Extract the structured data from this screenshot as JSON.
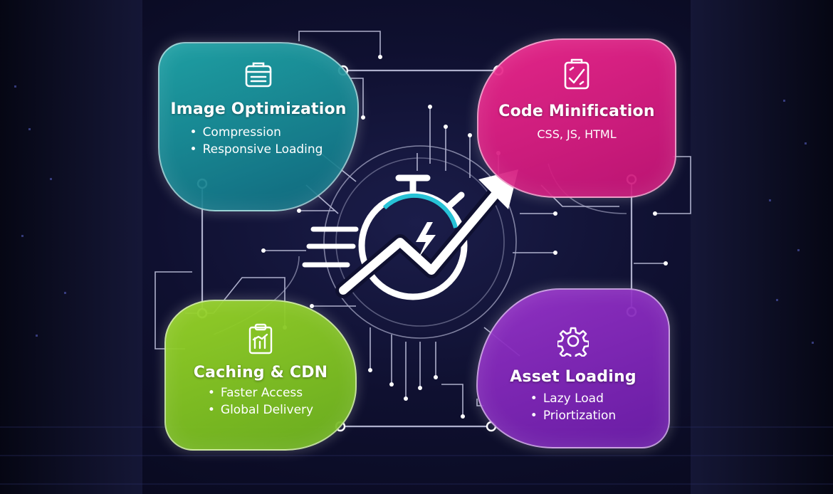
{
  "cards": {
    "image_optimization": {
      "title": "Image Optimization",
      "bullets": [
        "Compression",
        "Responsive Loading"
      ],
      "icon": "calendar-box-icon",
      "color": "#1fa3a8"
    },
    "code_minification": {
      "title": "Code Minification",
      "subtitle": "CSS, JS, HTML",
      "icon": "checklist-code-icon",
      "color": "#e6258c"
    },
    "caching_cdn": {
      "title": "Caching & CDN",
      "bullets": [
        "Faster Access",
        "Global Delivery"
      ],
      "icon": "clipboard-chart-icon",
      "color": "#95d22a"
    },
    "asset_loading": {
      "title": "Asset Loading",
      "bullets": [
        "Lazy Load",
        "Priortization"
      ],
      "icon": "gear-icon",
      "color": "#9a35c9"
    }
  },
  "center": {
    "icon": "stopwatch-growth-arrow-icon"
  },
  "colors": {
    "background": "#0f1030",
    "circuit": "#c9cbe6",
    "accent": "#27c2d6"
  }
}
